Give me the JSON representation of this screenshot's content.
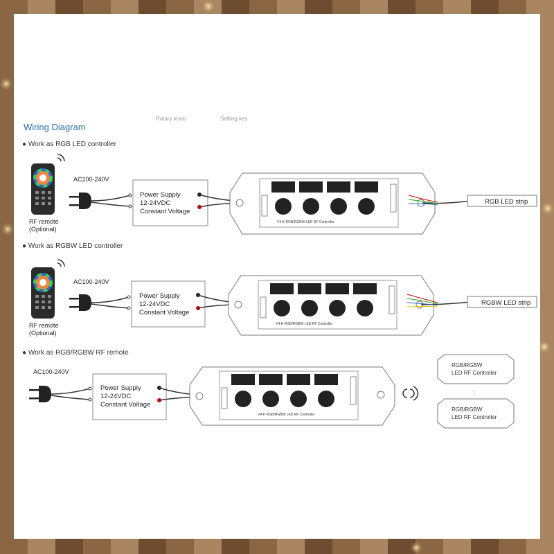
{
  "header_fragments": {
    "left": "Rotary knob",
    "right": "Setting key"
  },
  "title": "Wiring Diagram",
  "sections": [
    {
      "heading": "● Work as RGB LED controller",
      "ac": "AC100-240V",
      "psu": [
        "Power Supply",
        "12-24VDC",
        "Constant Voltage"
      ],
      "remote": [
        "RF remote",
        "(Optional)"
      ],
      "strip": "RGB LED strip",
      "model": "V4-K  RGB/RGBW LED RF Controller"
    },
    {
      "heading": "● Work as RGBW LED controller",
      "ac": "AC100-240V",
      "psu": [
        "Power Supply",
        "12-24VDC",
        "Constant Voltage"
      ],
      "remote": [
        "RF remote",
        "(Optional)"
      ],
      "strip": "RGBW LED strip",
      "model": "V4-K  RGB/RGBW LED RF Controller"
    },
    {
      "heading": "● Work as RGB/RGBW RF remote",
      "ac": "AC100-240V",
      "psu": [
        "Power Supply",
        "12-24VDC",
        "Constant Voltage"
      ],
      "model": "V4-K  RGB/RGBW LED RF Controller",
      "receivers": [
        [
          "RGB/RGBW",
          "LED RF Controller"
        ],
        [
          "RGB/RGBW",
          "LED RF Controller"
        ]
      ],
      "ellipsis": "⋮"
    }
  ],
  "colors": {
    "title": "#2a6fa8",
    "text": "#222222",
    "wire": "#333333",
    "line": "#888888"
  }
}
